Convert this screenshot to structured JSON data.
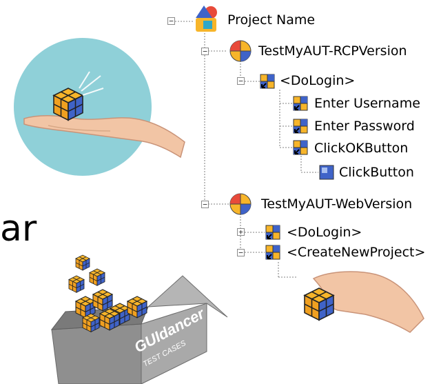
{
  "decor_text": "ar",
  "tree": {
    "root": {
      "label": "Project Name",
      "icon": "project-icon"
    },
    "nodes": [
      {
        "key": "rcp",
        "label": "TestMyAUT-RCPVersion",
        "icon": "test-suite-icon",
        "toggle": "−"
      },
      {
        "key": "rcp_login",
        "label": "<DoLogin>",
        "icon": "test-case-ref-icon",
        "toggle": "−"
      },
      {
        "key": "enter_user",
        "label": "Enter Username",
        "icon": "test-case-ref-icon"
      },
      {
        "key": "enter_pass",
        "label": "Enter Password",
        "icon": "test-case-ref-icon"
      },
      {
        "key": "click_ok",
        "label": "ClickOKButton",
        "icon": "test-case-ref-icon"
      },
      {
        "key": "click_btn",
        "label": "ClickButton",
        "icon": "test-step-icon"
      },
      {
        "key": "web",
        "label": "TestMyAUT-WebVersion",
        "icon": "test-suite-icon",
        "toggle": "−"
      },
      {
        "key": "web_login",
        "label": "<DoLogin>",
        "icon": "test-case-ref-icon",
        "toggle": "+"
      },
      {
        "key": "web_create",
        "label": "<CreateNewProject>",
        "icon": "test-case-ref-icon",
        "toggle": "−"
      }
    ]
  },
  "box": {
    "brand": "GUIdancer",
    "subtitle": "TEST CASES"
  },
  "colors": {
    "cube_yellow": "#f7b52a",
    "cube_blue": "#3f63c8",
    "circle": "#8fd0d8",
    "box_gray": "#9a9a9a"
  }
}
